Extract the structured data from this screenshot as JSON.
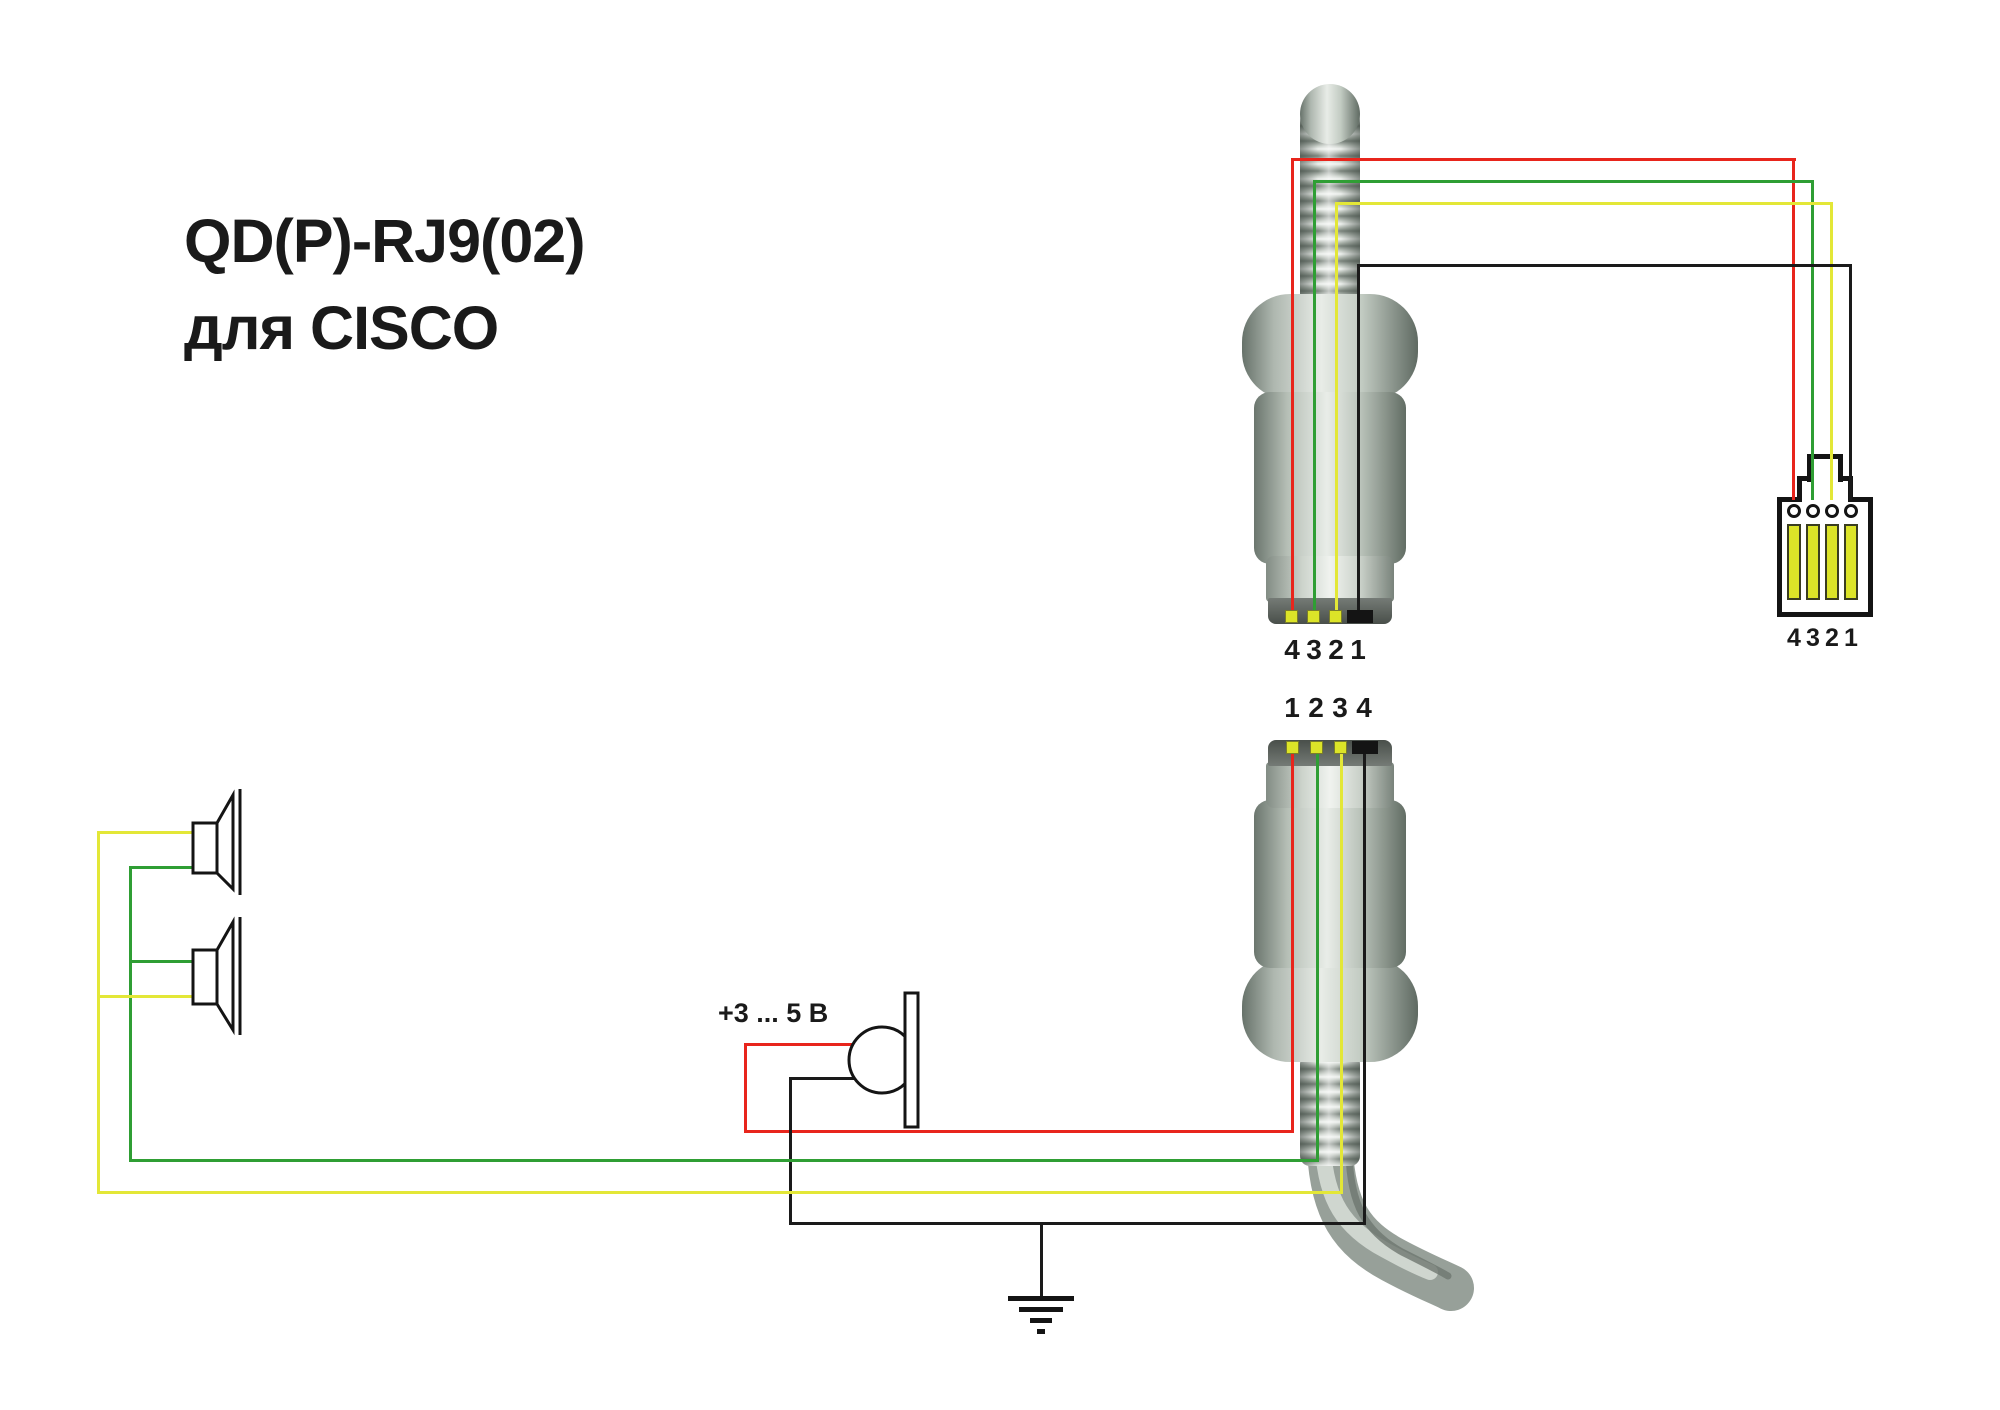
{
  "title": {
    "line1": "QD(P)-RJ9(02)",
    "line2": "для CISCO"
  },
  "connectors": {
    "qd_top": {
      "name": "QD plug upper",
      "pin_labels": [
        "4",
        "3",
        "2",
        "1"
      ]
    },
    "qd_bottom": {
      "name": "QD plug lower",
      "pin_labels": [
        "1",
        "2",
        "3",
        "4"
      ]
    },
    "rj9": {
      "name": "RJ9 plug",
      "pin_labels": [
        "4",
        "3",
        "2",
        "1"
      ]
    }
  },
  "mic": {
    "voltage_label": "+3 ... 5 В"
  },
  "wire_colors": {
    "red": "#e8251c",
    "green": "#2f9e34",
    "yellow": "#e3e737",
    "black": "#1a1a1a"
  },
  "pin_color": "#dce428",
  "components": [
    "headset speakers",
    "electret microphone",
    "ground"
  ]
}
